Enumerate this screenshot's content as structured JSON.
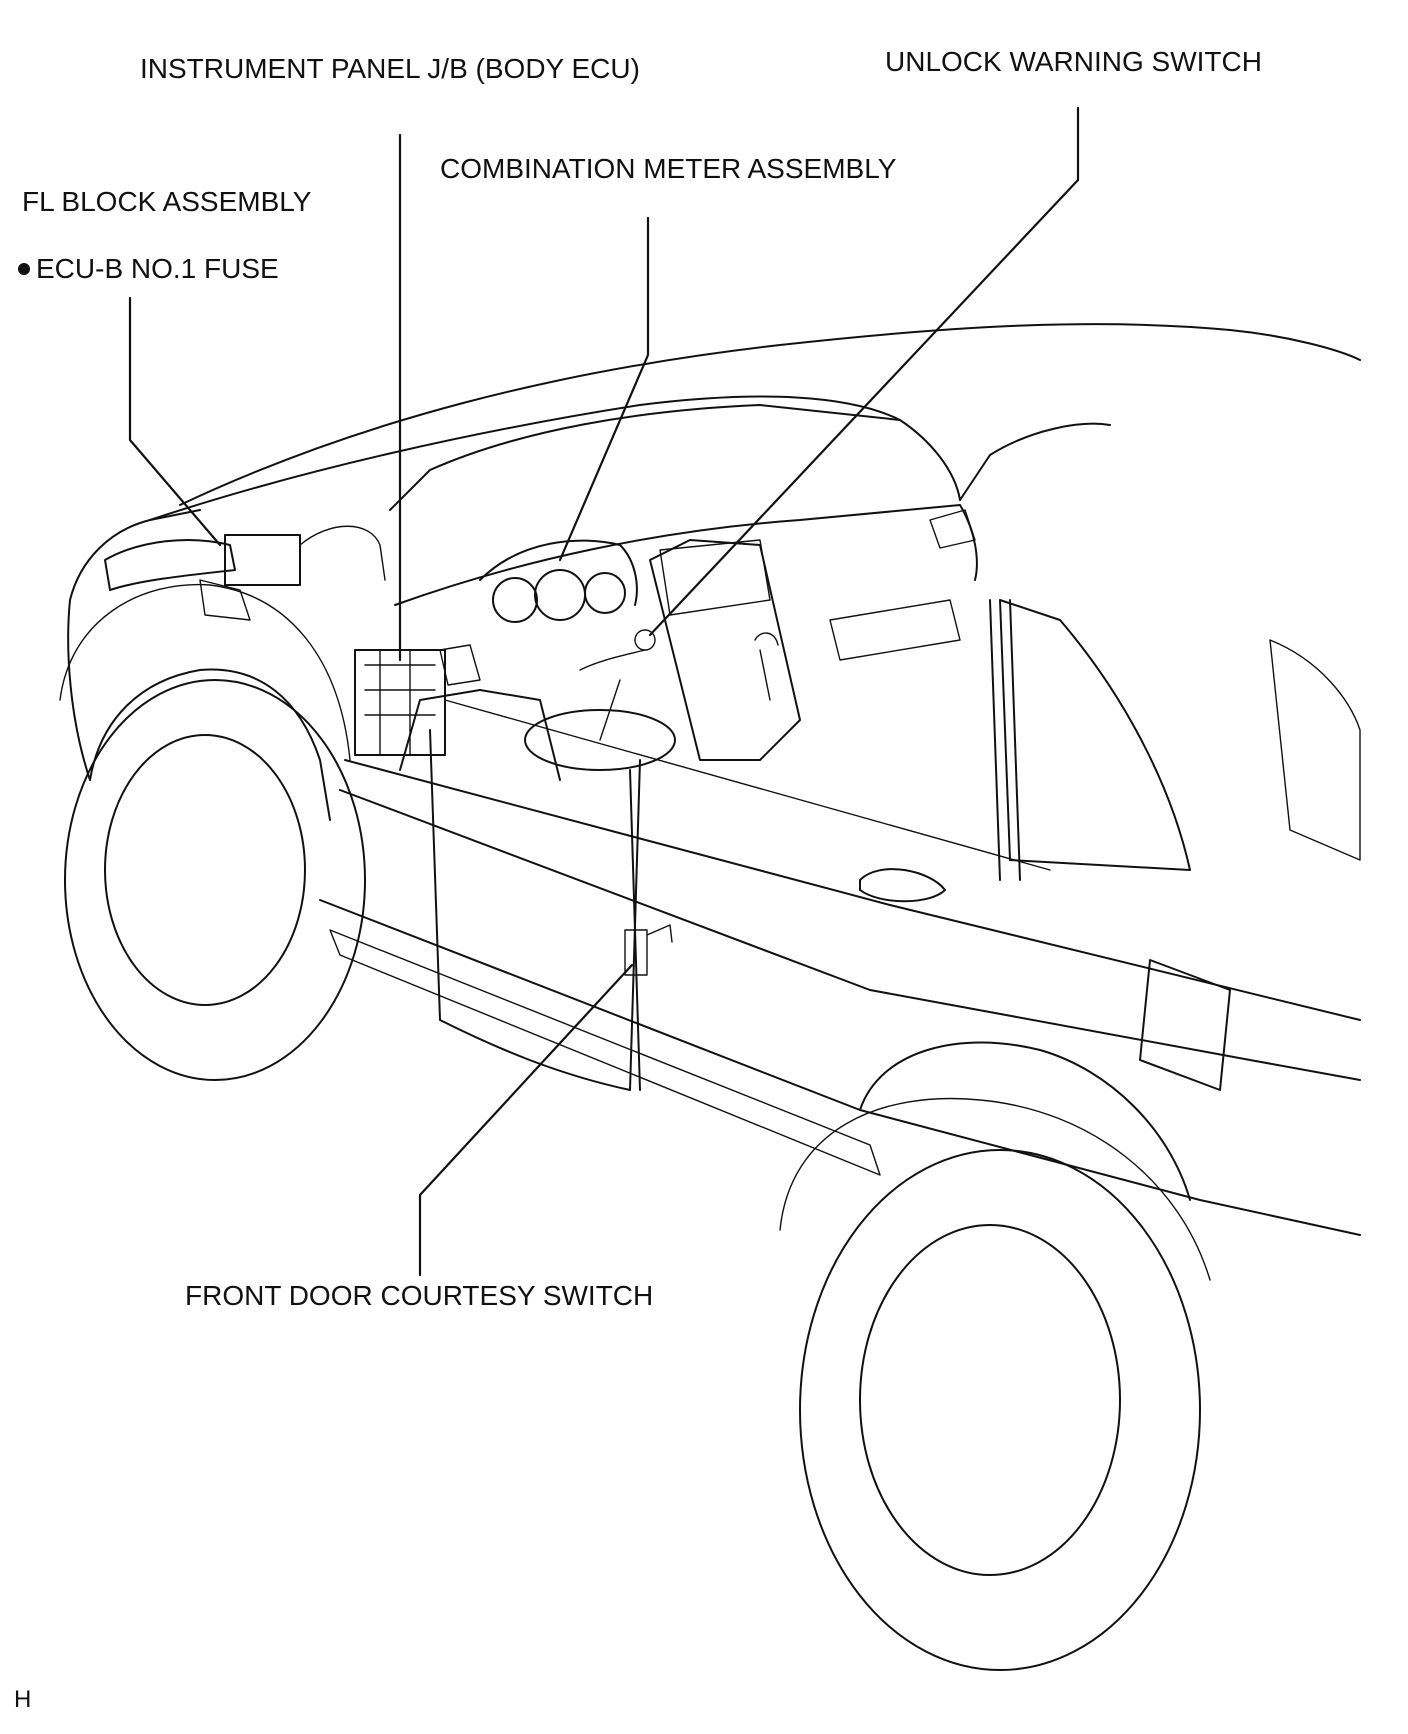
{
  "labels": {
    "instrument_panel_jb": "INSTRUMENT PANEL J/B (BODY ECU)",
    "unlock_warning_switch": "UNLOCK WARNING SWITCH",
    "combination_meter": "COMBINATION METER ASSEMBLY",
    "fl_block": "FL BLOCK ASSEMBLY",
    "ecu_b_fuse": "ECU-B NO.1 FUSE",
    "front_door_courtesy_switch": "FRONT DOOR COURTESY SWITCH",
    "corner_mark": "H"
  }
}
